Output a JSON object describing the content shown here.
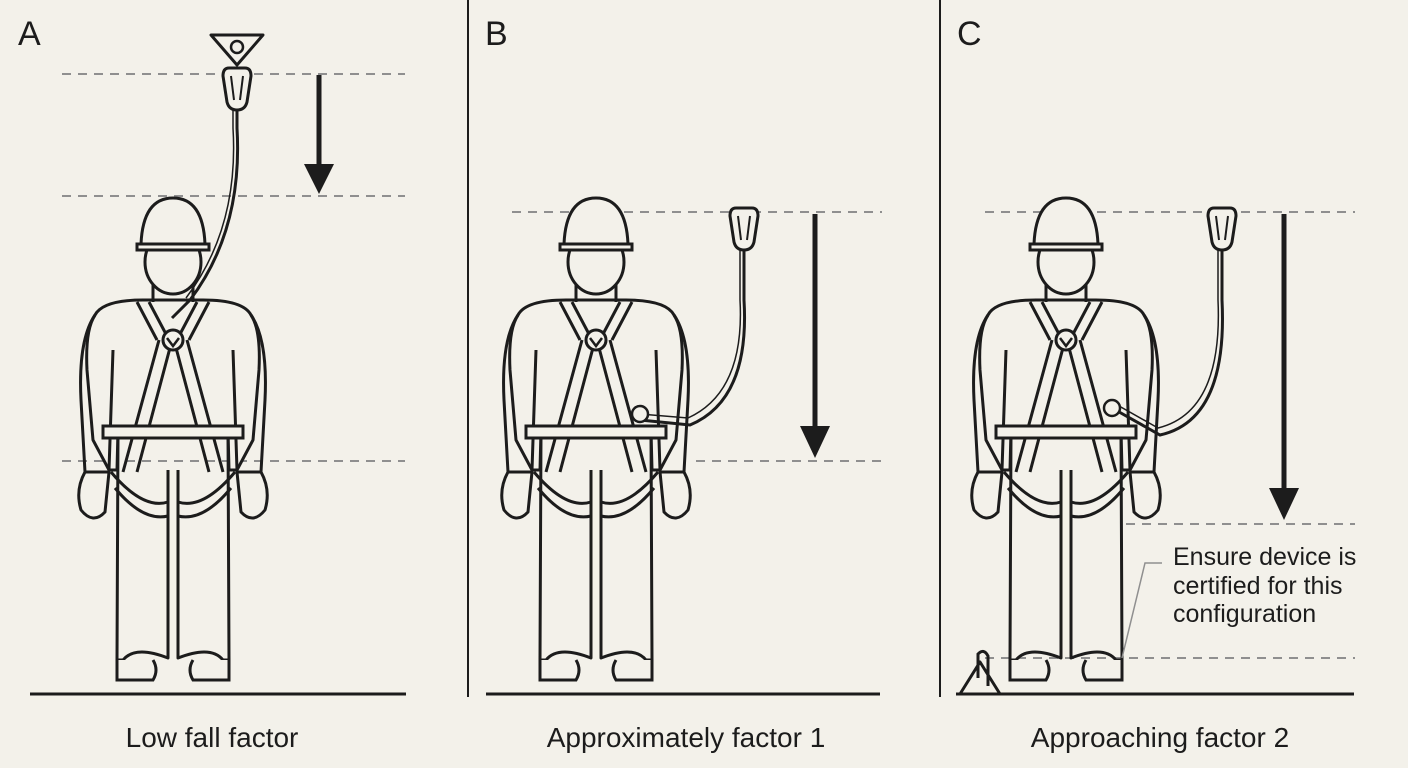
{
  "panels": [
    {
      "letter": "A",
      "caption": "Low fall factor"
    },
    {
      "letter": "B",
      "caption": "Approximately factor 1"
    },
    {
      "letter": "C",
      "caption": "Approaching factor 2"
    }
  ],
  "note": {
    "line1": "Ensure device is",
    "line2": "certified for this",
    "line3": "configuration"
  },
  "colors": {
    "background": "#f3f1ea",
    "ink": "#1c1c1c",
    "guide_line": "#8f8f8f"
  },
  "icons": [
    "anchor-icon",
    "carabiner-icon",
    "harness-icon",
    "fall-arrow-icon",
    "helmet-icon"
  ]
}
